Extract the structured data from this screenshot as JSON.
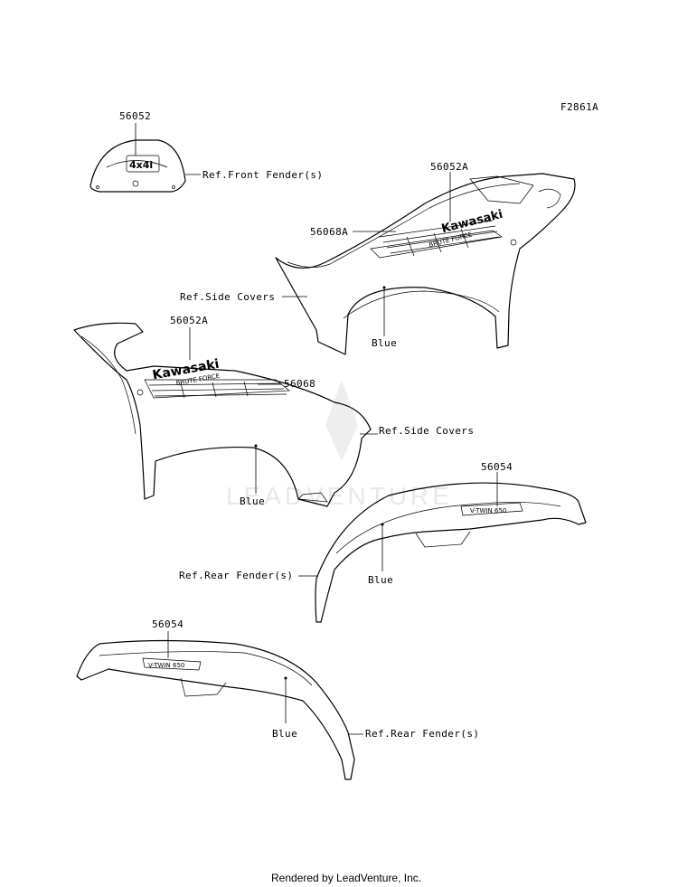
{
  "figure_id": "F2861A",
  "parts": {
    "front_decal_no": "56052",
    "front_decal_ref": "Ref.Front Fender(s)",
    "right_cover_decal_no": "56052A",
    "right_cover_stripe_no": "56068A",
    "right_cover_ref": "Ref.Side Covers",
    "right_cover_color": "Blue",
    "left_cover_decal_no": "56052A",
    "left_cover_stripe_no": "56068",
    "left_cover_ref": "Ref.Side Covers",
    "left_cover_color": "Blue",
    "rear_right_decal_no": "56054",
    "rear_right_ref": "Ref.Rear Fender(s)",
    "rear_right_color": "Blue",
    "rear_left_decal_no": "56054",
    "rear_left_color": "Blue",
    "rear_left_ref": "Ref.Rear Fender(s)"
  },
  "decal_text": {
    "brand": "Kawasaki",
    "model": "BRUTE FORCE",
    "drive": "4x4i",
    "engine": "V-TWIN 650"
  },
  "watermark": "LEADVENTURE",
  "footer": "Rendered by LeadVenture, Inc."
}
